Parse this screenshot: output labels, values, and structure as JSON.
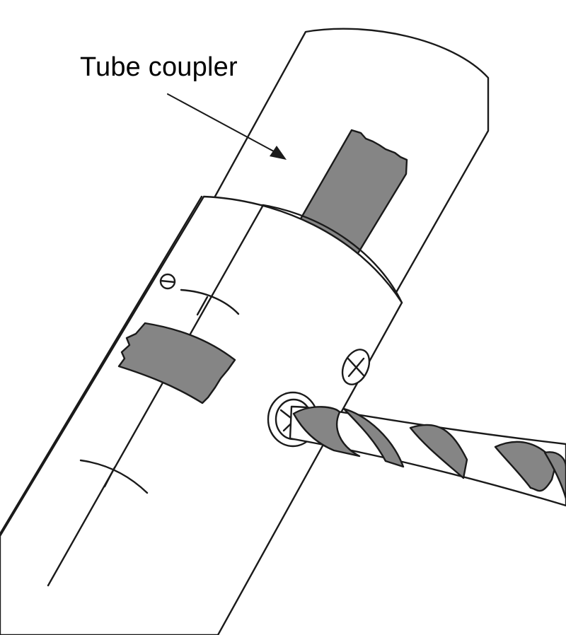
{
  "callout": {
    "text": "Tube coupler"
  },
  "colors": {
    "ink": "#1a1a1a",
    "tape": "#858585",
    "bit_groove": "#858585",
    "paper": "#ffffff"
  },
  "parts": {
    "tube": "tube",
    "coupler_sleeve": "coupler-sleeve",
    "tape": "masking-tape",
    "screws": "screw",
    "drill_bit": "drill-bit"
  }
}
